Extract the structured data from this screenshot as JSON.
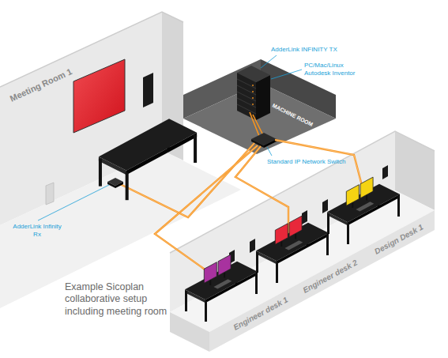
{
  "diagram": {
    "caption": "Example Sicoplan collaborative setup including meeting room",
    "labels": [
      "Meeting Room 1",
      "AdderLink INFINITY TX",
      "PC/Mac/Linux Autodesk Inventor",
      "MACHINE ROOM",
      "Standard IP Network Switch",
      "AdderLink Infinity Rx",
      "Engineer desk 1",
      "Engineer desk 2",
      "Design Desk 1"
    ]
  }
}
